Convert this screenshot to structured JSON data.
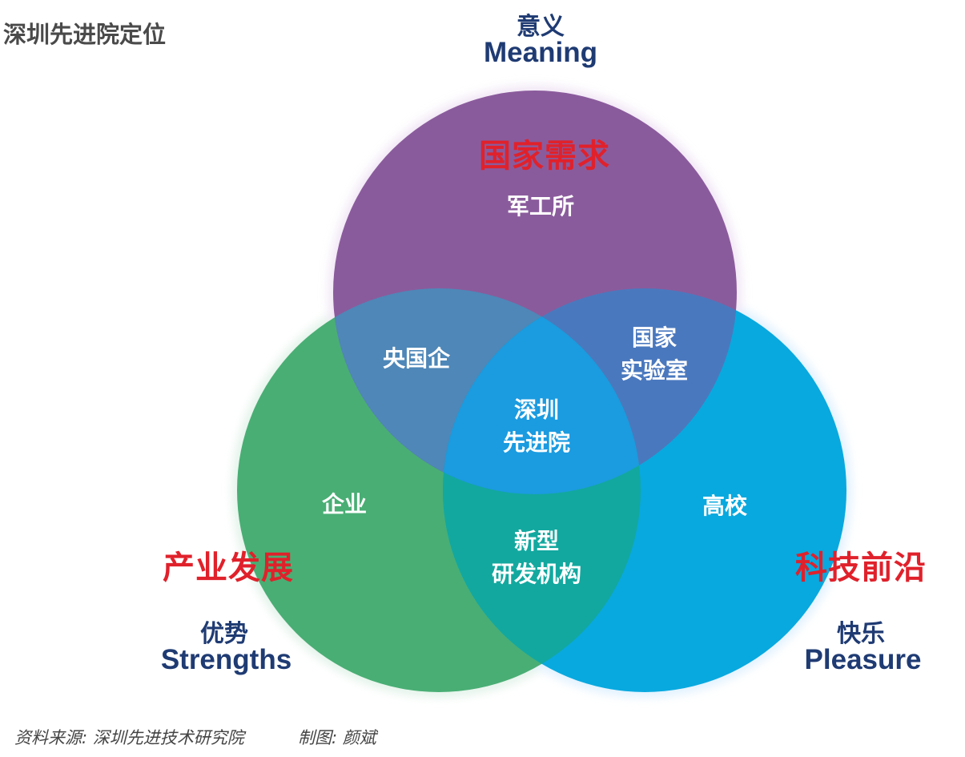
{
  "title": "深圳先进院定位",
  "axes": {
    "top": {
      "cn": "意义",
      "en": "Meaning"
    },
    "left": {
      "cn": "优势",
      "en": "Strengths"
    },
    "right": {
      "cn": "快乐",
      "en": "Pleasure"
    }
  },
  "circles": {
    "top": {
      "title": "国家需求",
      "inner": "军工所",
      "color": "#8a5b9c"
    },
    "left": {
      "title": "产业发展",
      "inner": "企业",
      "color": "#49ae74"
    },
    "right": {
      "title": "科技前沿",
      "inner": "高校",
      "color": "#08a9df"
    }
  },
  "overlaps": {
    "top_left": "央国企",
    "top_right": "国家实验室",
    "left_right": "新型研发机构",
    "center": "深圳先进院"
  },
  "overlap_colors": {
    "top_left": "#4e87b8",
    "top_right": "#4a78be",
    "left_right": "#12a89f",
    "center": "#1b9be0"
  },
  "footer": {
    "source": "资料来源: 深圳先进技术研究院",
    "credit": "制图: 颜斌"
  }
}
